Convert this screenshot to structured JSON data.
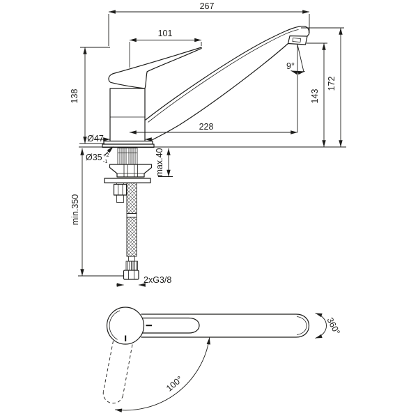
{
  "drawing": {
    "line_color": "#1d1d1b",
    "background": "#ffffff",
    "labels": {
      "overall_length": "267",
      "handle_length": "101",
      "handle_height": "138",
      "spout_height": "172",
      "outlet_height": "143",
      "spout_reach": "228",
      "body_diameter": "Ø47",
      "hole_diameter": "Ø35",
      "hole_tolerance_plus": "+2",
      "hole_tolerance_minus": "-1",
      "max_mounting_thickness": "max.40",
      "min_hose_length": "min.350",
      "hose_connection": "2xG3/8",
      "outlet_angle": "9°",
      "handle_swivel_angle": "100°",
      "spout_rotation": "360°"
    }
  }
}
